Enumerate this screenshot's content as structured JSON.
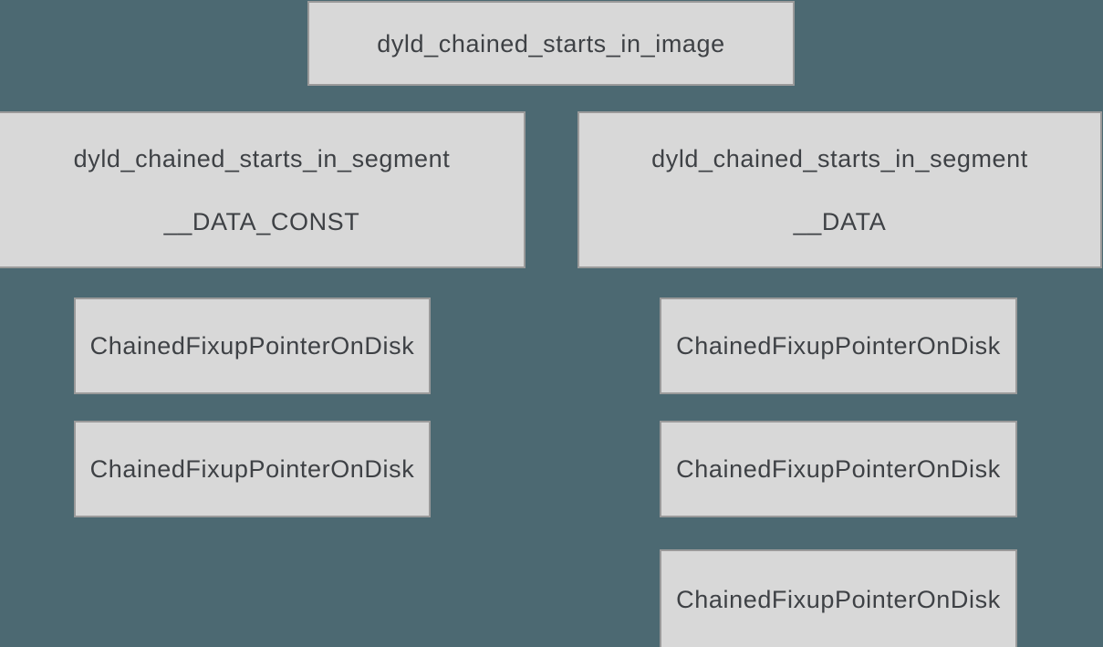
{
  "colors": {
    "background": "#4C6972",
    "box_fill": "#D8D8D8",
    "box_border": "#9A9A9A",
    "text": "#3E4145"
  },
  "diagram": {
    "root": {
      "label": "dyld_chained_starts_in_image"
    },
    "segments": [
      {
        "title": "dyld_chained_starts_in_segment",
        "name": "__DATA_CONST",
        "pointers": [
          "ChainedFixupPointerOnDisk",
          "ChainedFixupPointerOnDisk"
        ]
      },
      {
        "title": "dyld_chained_starts_in_segment",
        "name": "__DATA",
        "pointers": [
          "ChainedFixupPointerOnDisk",
          "ChainedFixupPointerOnDisk",
          "ChainedFixupPointerOnDisk"
        ]
      }
    ]
  }
}
